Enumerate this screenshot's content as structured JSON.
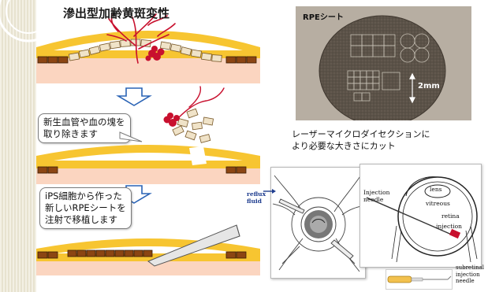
{
  "title": "滲出型加齢黄斑変性",
  "callout1": [
    "新生血管や血の塊を",
    "取り除きます"
  ],
  "callout2": [
    "iPS細胞から作った",
    "新しいRPEシートを",
    "注射で移植します"
  ],
  "photo": {
    "label": "RPEシート",
    "scale_label": "2mm"
  },
  "caption": [
    "レーザーマイクロダイセクションに",
    "より必要な大きさにカット"
  ],
  "surgery": {
    "label_reflux": [
      "reflux",
      "fluid"
    ]
  },
  "eye": {
    "label_injection_needle": [
      "Injection",
      "needle"
    ],
    "label_lens": "lens",
    "label_vitreous": "vitreous",
    "label_retina": "retina",
    "label_injection": "injection"
  },
  "needle_label": [
    "subretinal",
    "injection",
    "needle"
  ],
  "colors": {
    "choroid": "#fbd5c0",
    "band": "#f7c531",
    "cells": "#8b4513",
    "cell_light": "#f0e3c8",
    "vessel": "#c8102e",
    "arrow": "#1a73c7",
    "photo_bg": "#b7aea2",
    "disc": "#5b5248"
  }
}
